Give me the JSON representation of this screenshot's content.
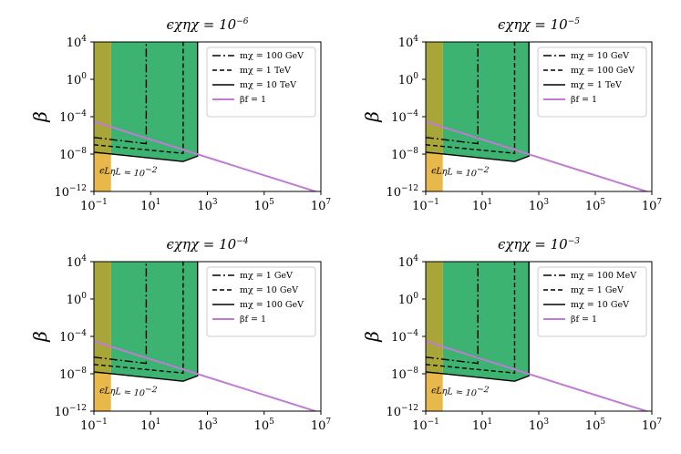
{
  "figure": {
    "ylabel": "β"
  },
  "colors": {
    "excluded_green": "#3cb371",
    "gold_band": "#e8b84a",
    "olive_overlap": "#a8a638",
    "violet_line": "#c17ad6",
    "black": "#000000"
  },
  "chart_data": [
    {
      "type": "line",
      "title": "ϵχηχ = 10⁻⁶",
      "title_parts": {
        "base": "ϵχηχ = 10",
        "exp": "−6"
      },
      "xscale": "log",
      "yscale": "log",
      "xlim": [
        0.1,
        10000000
      ],
      "ylim": [
        1e-12,
        10000
      ],
      "xticks": [
        {
          "value": 0.1,
          "base": "10",
          "exp": "−1"
        },
        {
          "value": 10,
          "base": "10",
          "exp": "1"
        },
        {
          "value": 1000,
          "base": "10",
          "exp": "3"
        },
        {
          "value": 100000,
          "base": "10",
          "exp": "5"
        },
        {
          "value": 10000000,
          "base": "10",
          "exp": "7"
        }
      ],
      "yticks": [
        {
          "value": 10000,
          "base": "10",
          "exp": "4"
        },
        {
          "value": 1,
          "base": "10",
          "exp": "0"
        },
        {
          "value": 0.0001,
          "base": "10",
          "exp": "−4"
        },
        {
          "value": 1e-08,
          "base": "10",
          "exp": "−8"
        },
        {
          "value": 1e-12,
          "base": "10",
          "exp": "−12"
        }
      ],
      "gold_band_x": [
        0.1,
        0.4
      ],
      "green_region_x": [
        0.4,
        450
      ],
      "region_boundary_x": 450,
      "series": [
        {
          "name": "mχ = 100 GeV",
          "style": "dashdot",
          "x": [
            0.1,
            7,
            7
          ],
          "y": [
            6e-07,
            1.3e-07,
            10000
          ]
        },
        {
          "name": "mχ = 1 TeV",
          "style": "dashed",
          "x": [
            0.1,
            140,
            140
          ],
          "y": [
            1e-07,
            1.2e-08,
            10000
          ]
        },
        {
          "name": "mχ = 10 TeV",
          "style": "solid",
          "x": [
            0.1,
            140,
            450,
            450
          ],
          "y": [
            1.6e-08,
            1.6e-09,
            6e-09,
            10000
          ]
        },
        {
          "name": "βf = 1",
          "style": "solid-violet",
          "x": [
            0.1,
            10000000
          ],
          "y": [
            3e-05,
            6.5e-13
          ]
        }
      ],
      "legend": [
        "mχ = 100 GeV",
        "mχ = 1 TeV",
        "mχ = 10 TeV",
        "βf = 1"
      ],
      "annotation": "ϵLηL = 10⁻²",
      "annotation_parts": {
        "base": "ϵLηL = 10",
        "exp": "−2"
      }
    },
    {
      "type": "line",
      "title": "ϵχηχ = 10⁻⁵",
      "title_parts": {
        "base": "ϵχηχ = 10",
        "exp": "−5"
      },
      "xscale": "log",
      "yscale": "log",
      "xlim": [
        0.1,
        10000000
      ],
      "ylim": [
        1e-12,
        10000
      ],
      "xticks": [
        {
          "value": 0.1,
          "base": "10",
          "exp": "−1"
        },
        {
          "value": 10,
          "base": "10",
          "exp": "1"
        },
        {
          "value": 1000,
          "base": "10",
          "exp": "3"
        },
        {
          "value": 100000,
          "base": "10",
          "exp": "5"
        },
        {
          "value": 10000000,
          "base": "10",
          "exp": "7"
        }
      ],
      "yticks": [
        {
          "value": 10000,
          "base": "10",
          "exp": "4"
        },
        {
          "value": 1,
          "base": "10",
          "exp": "0"
        },
        {
          "value": 0.0001,
          "base": "10",
          "exp": "−4"
        },
        {
          "value": 1e-08,
          "base": "10",
          "exp": "−8"
        },
        {
          "value": 1e-12,
          "base": "10",
          "exp": "−12"
        }
      ],
      "gold_band_x": [
        0.1,
        0.4
      ],
      "green_region_x": [
        0.4,
        450
      ],
      "region_boundary_x": 450,
      "series": [
        {
          "name": "mχ = 10 GeV",
          "style": "dashdot",
          "x": [
            0.1,
            7,
            7
          ],
          "y": [
            6e-07,
            1.3e-07,
            10000
          ]
        },
        {
          "name": "mχ = 100 GeV",
          "style": "dashed",
          "x": [
            0.1,
            140,
            140
          ],
          "y": [
            1e-07,
            1.2e-08,
            10000
          ]
        },
        {
          "name": "mχ = 1 TeV",
          "style": "solid",
          "x": [
            0.1,
            140,
            450,
            450
          ],
          "y": [
            1.6e-08,
            1.6e-09,
            6e-09,
            10000
          ]
        },
        {
          "name": "βf = 1",
          "style": "solid-violet",
          "x": [
            0.1,
            10000000
          ],
          "y": [
            3e-05,
            6.5e-13
          ]
        }
      ],
      "legend": [
        "mχ = 10 GeV",
        "mχ = 100 GeV",
        "mχ = 1 TeV",
        "βf = 1"
      ],
      "annotation": "ϵLηL = 10⁻²",
      "annotation_parts": {
        "base": "ϵLηL = 10",
        "exp": "−2"
      }
    },
    {
      "type": "line",
      "title": "ϵχηχ = 10⁻⁴",
      "title_parts": {
        "base": "ϵχηχ = 10",
        "exp": "−4"
      },
      "xscale": "log",
      "yscale": "log",
      "xlim": [
        0.1,
        10000000
      ],
      "ylim": [
        1e-12,
        10000
      ],
      "xticks": [
        {
          "value": 0.1,
          "base": "10",
          "exp": "−1"
        },
        {
          "value": 10,
          "base": "10",
          "exp": "1"
        },
        {
          "value": 1000,
          "base": "10",
          "exp": "3"
        },
        {
          "value": 100000,
          "base": "10",
          "exp": "5"
        },
        {
          "value": 10000000,
          "base": "10",
          "exp": "7"
        }
      ],
      "yticks": [
        {
          "value": 10000,
          "base": "10",
          "exp": "4"
        },
        {
          "value": 1,
          "base": "10",
          "exp": "0"
        },
        {
          "value": 0.0001,
          "base": "10",
          "exp": "−4"
        },
        {
          "value": 1e-08,
          "base": "10",
          "exp": "−8"
        },
        {
          "value": 1e-12,
          "base": "10",
          "exp": "−12"
        }
      ],
      "gold_band_x": [
        0.1,
        0.4
      ],
      "green_region_x": [
        0.4,
        450
      ],
      "region_boundary_x": 450,
      "series": [
        {
          "name": "mχ = 1 GeV",
          "style": "dashdot",
          "x": [
            0.1,
            7,
            7
          ],
          "y": [
            6e-07,
            1.3e-07,
            10000
          ]
        },
        {
          "name": "mχ = 10 GeV",
          "style": "dashed",
          "x": [
            0.1,
            140,
            140
          ],
          "y": [
            1e-07,
            1.2e-08,
            10000
          ]
        },
        {
          "name": "mχ = 100 GeV",
          "style": "solid",
          "x": [
            0.1,
            140,
            450,
            450
          ],
          "y": [
            1.6e-08,
            1.6e-09,
            6e-09,
            10000
          ]
        },
        {
          "name": "βf = 1",
          "style": "solid-violet",
          "x": [
            0.1,
            10000000
          ],
          "y": [
            3e-05,
            6.5e-13
          ]
        }
      ],
      "legend": [
        "mχ = 1 GeV",
        "mχ = 10 GeV",
        "mχ = 100 GeV",
        "βf = 1"
      ],
      "annotation": "ϵLηL = 10⁻²",
      "annotation_parts": {
        "base": "ϵLηL = 10",
        "exp": "−2"
      }
    },
    {
      "type": "line",
      "title": "ϵχηχ = 10⁻³",
      "title_parts": {
        "base": "ϵχηχ = 10",
        "exp": "−3"
      },
      "xscale": "log",
      "yscale": "log",
      "xlim": [
        0.1,
        10000000
      ],
      "ylim": [
        1e-12,
        10000
      ],
      "xticks": [
        {
          "value": 0.1,
          "base": "10",
          "exp": "−1"
        },
        {
          "value": 10,
          "base": "10",
          "exp": "1"
        },
        {
          "value": 1000,
          "base": "10",
          "exp": "3"
        },
        {
          "value": 100000,
          "base": "10",
          "exp": "5"
        },
        {
          "value": 10000000,
          "base": "10",
          "exp": "7"
        }
      ],
      "yticks": [
        {
          "value": 10000,
          "base": "10",
          "exp": "4"
        },
        {
          "value": 1,
          "base": "10",
          "exp": "0"
        },
        {
          "value": 0.0001,
          "base": "10",
          "exp": "−4"
        },
        {
          "value": 1e-08,
          "base": "10",
          "exp": "−8"
        },
        {
          "value": 1e-12,
          "base": "10",
          "exp": "−12"
        }
      ],
      "gold_band_x": [
        0.1,
        0.4
      ],
      "green_region_x": [
        0.4,
        450
      ],
      "region_boundary_x": 450,
      "series": [
        {
          "name": "mχ = 100 MeV",
          "style": "dashdot",
          "x": [
            0.1,
            7,
            7
          ],
          "y": [
            6e-07,
            1.3e-07,
            10000
          ]
        },
        {
          "name": "mχ = 1 GeV",
          "style": "dashed",
          "x": [
            0.1,
            140,
            140
          ],
          "y": [
            1e-07,
            1.2e-08,
            10000
          ]
        },
        {
          "name": "mχ = 10 GeV",
          "style": "solid",
          "x": [
            0.1,
            140,
            450,
            450
          ],
          "y": [
            1.6e-08,
            1.6e-09,
            6e-09,
            10000
          ]
        },
        {
          "name": "βf = 1",
          "style": "solid-violet",
          "x": [
            0.1,
            10000000
          ],
          "y": [
            3e-05,
            6.5e-13
          ]
        }
      ],
      "legend": [
        "mχ = 100 MeV",
        "mχ = 1 GeV",
        "mχ = 10 GeV",
        "βf = 1"
      ],
      "annotation": "ϵLηL = 10⁻²",
      "annotation_parts": {
        "base": "ϵLηL = 10",
        "exp": "−2"
      }
    }
  ]
}
